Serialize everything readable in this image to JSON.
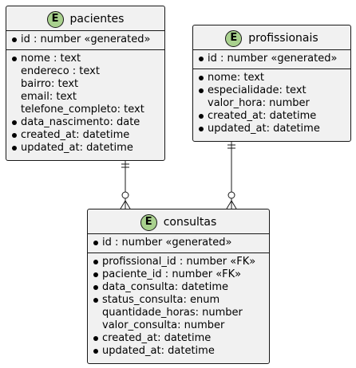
{
  "entities": {
    "pacientes": {
      "badge": "E",
      "title": "pacientes",
      "keys": [
        {
          "text": "id : number «generated»",
          "required": true
        }
      ],
      "fields": [
        {
          "text": "nome : text",
          "required": true
        },
        {
          "text": "endereco : text",
          "required": false
        },
        {
          "text": "bairro: text",
          "required": false
        },
        {
          "text": "email: text",
          "required": false
        },
        {
          "text": "telefone_completo: text",
          "required": false
        },
        {
          "text": "data_nascimento: date",
          "required": true
        },
        {
          "text": "created_at: datetime",
          "required": true
        },
        {
          "text": "updated_at: datetime",
          "required": true
        }
      ]
    },
    "profissionais": {
      "badge": "E",
      "title": "profissionais",
      "keys": [
        {
          "text": "id : number «generated»",
          "required": true
        }
      ],
      "fields": [
        {
          "text": "nome: text",
          "required": true
        },
        {
          "text": "especialidade: text",
          "required": true
        },
        {
          "text": "valor_hora: number",
          "required": false
        },
        {
          "text": "created_at: datetime",
          "required": true
        },
        {
          "text": "updated_at: datetime",
          "required": true
        }
      ]
    },
    "consultas": {
      "badge": "E",
      "title": "consultas",
      "keys": [
        {
          "text": "id : number «generated»",
          "required": true
        }
      ],
      "fields": [
        {
          "text": "profissional_id : number «FK»",
          "required": true
        },
        {
          "text": "paciente_id : number «FK»",
          "required": true
        },
        {
          "text": "data_consulta: datetime",
          "required": true
        },
        {
          "text": "status_consulta: enum",
          "required": true
        },
        {
          "text": "quantidade_horas: number",
          "required": false
        },
        {
          "text": "valor_consulta: number",
          "required": false
        },
        {
          "text": "created_at: datetime",
          "required": true
        },
        {
          "text": "updated_at: datetime",
          "required": true
        }
      ]
    }
  },
  "relationships": [
    {
      "from": "pacientes",
      "to": "consultas",
      "from_cardinality": "exactly-one",
      "to_cardinality": "zero-or-many"
    },
    {
      "from": "profissionais",
      "to": "consultas",
      "from_cardinality": "exactly-one",
      "to_cardinality": "zero-or-many"
    }
  ],
  "colors": {
    "entity_fill": "#f1f1f1",
    "border": "#181818",
    "badge_fill": "#a9d18e"
  }
}
